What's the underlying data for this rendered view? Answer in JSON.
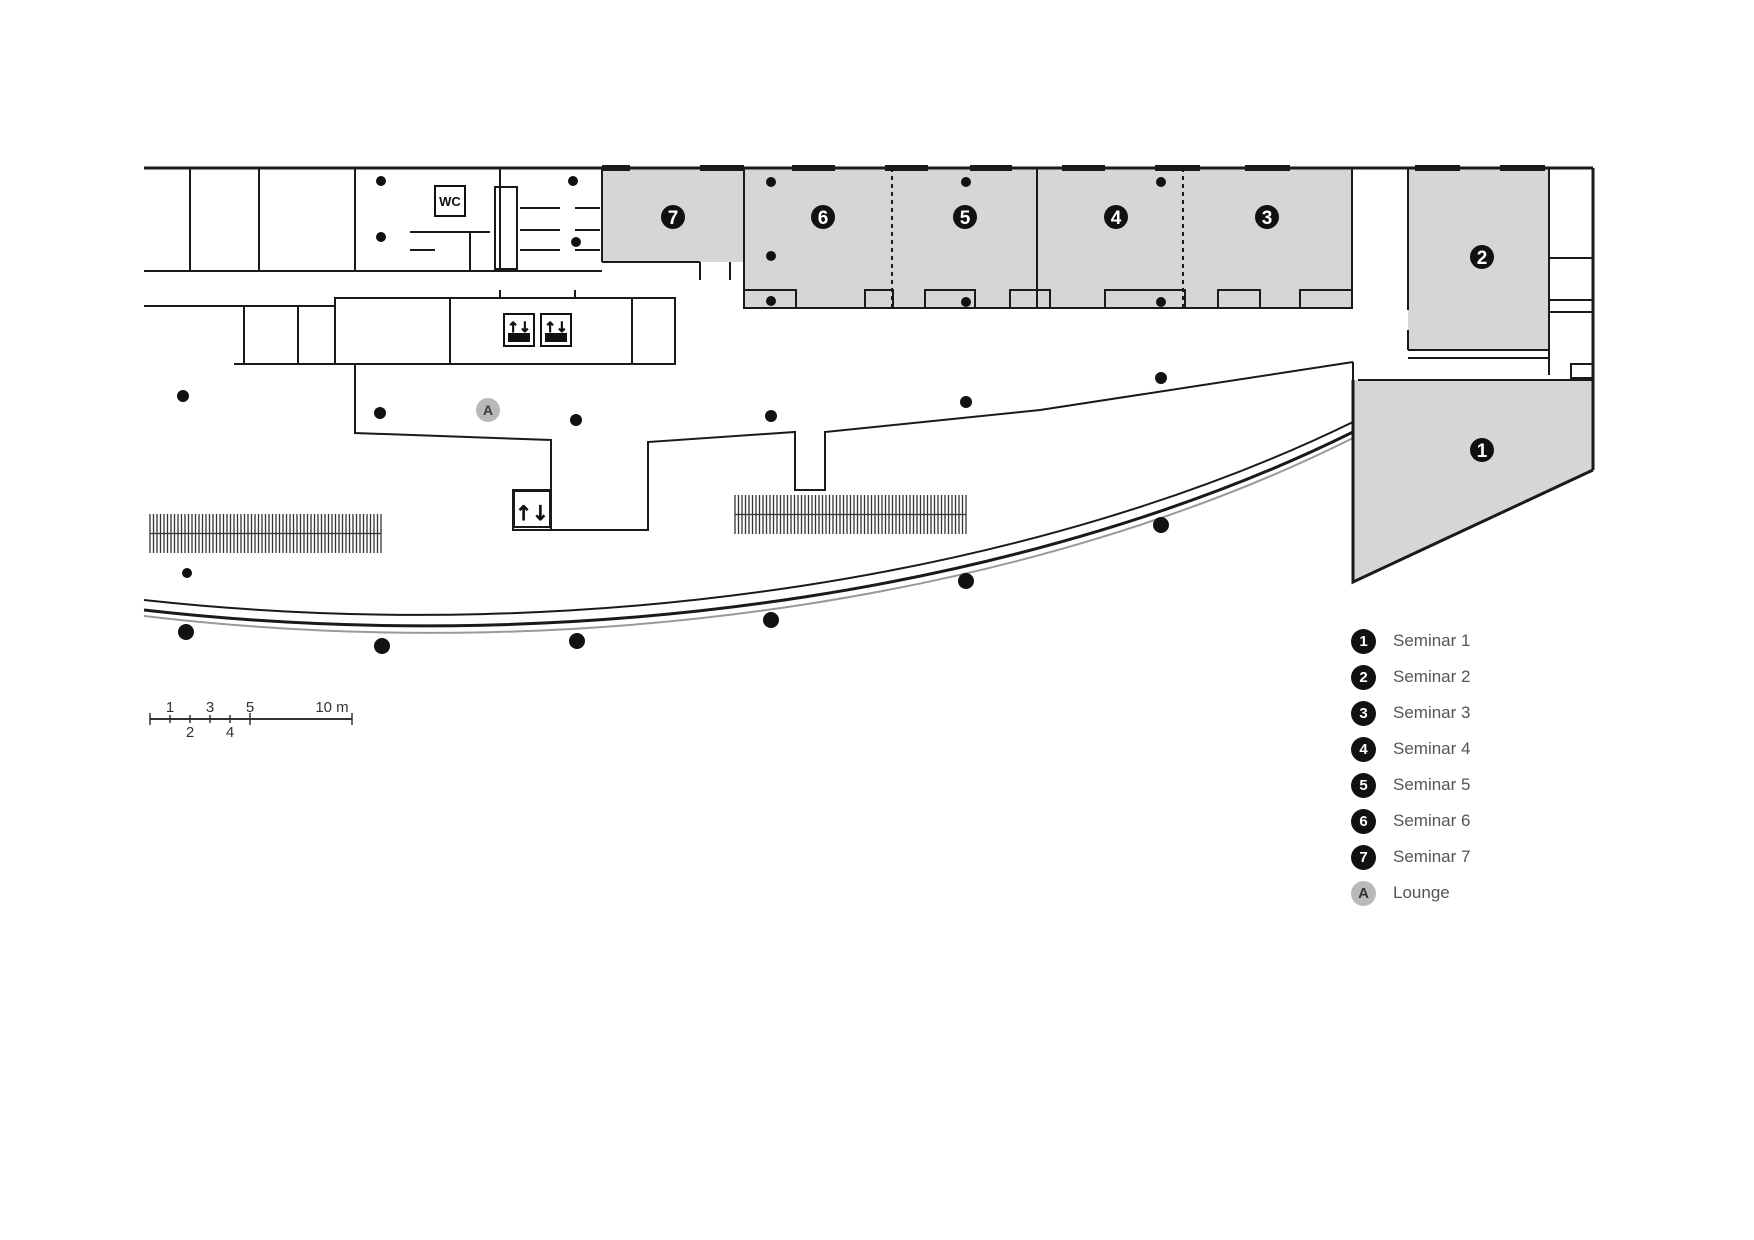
{
  "plan": {
    "rooms": [
      {
        "num": "1"
      },
      {
        "num": "2"
      },
      {
        "num": "3"
      },
      {
        "num": "4"
      },
      {
        "num": "5"
      },
      {
        "num": "6"
      },
      {
        "num": "7"
      }
    ],
    "lounge_marker": "A",
    "wc_label": "WC",
    "scale": {
      "ticks_top": [
        "1",
        "3",
        "5",
        "10 m"
      ],
      "ticks_bottom": [
        "2",
        "4"
      ]
    }
  },
  "legend": {
    "items": [
      {
        "badge": "1",
        "label": "Seminar 1"
      },
      {
        "badge": "2",
        "label": "Seminar 2"
      },
      {
        "badge": "3",
        "label": "Seminar 3"
      },
      {
        "badge": "4",
        "label": "Seminar 4"
      },
      {
        "badge": "5",
        "label": "Seminar 5"
      },
      {
        "badge": "6",
        "label": "Seminar 6"
      },
      {
        "badge": "7",
        "label": "Seminar 7"
      },
      {
        "badge": "A",
        "label": "Lounge"
      }
    ]
  },
  "colors": {
    "room_fill": "#d6d6d6",
    "badge": "#111111",
    "lounge_badge": "#b9b9b9",
    "line": "#1a1a1a"
  }
}
